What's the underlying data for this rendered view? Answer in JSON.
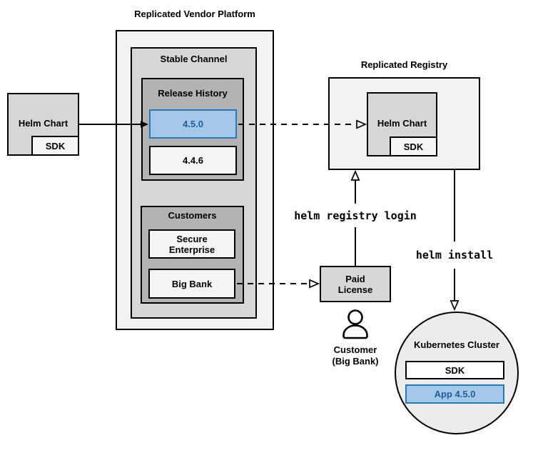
{
  "vendor_platform": {
    "title": "Replicated Vendor Platform",
    "stable_channel": {
      "title": "Stable Channel",
      "release_history": {
        "title": "Release History",
        "releases": [
          {
            "version": "4.5.0",
            "highlighted": true
          },
          {
            "version": "4.4.6",
            "highlighted": false
          }
        ]
      },
      "customers": {
        "title": "Customers",
        "items": [
          "Secure Enterprise",
          "Big Bank"
        ]
      }
    }
  },
  "vendor_helm_chart": {
    "label": "Helm Chart",
    "sdk": "SDK"
  },
  "registry": {
    "title": "Replicated Registry",
    "helm_chart": "Helm Chart",
    "sdk": "SDK"
  },
  "paid_license": {
    "label": "Paid License"
  },
  "customer": {
    "name": "Customer",
    "org": "(Big Bank)"
  },
  "commands": {
    "registry_login": "helm registry login",
    "install": "helm install"
  },
  "kubernetes_cluster": {
    "title": "Kubernetes Cluster",
    "sdk": "SDK",
    "app": "App 4.5.0"
  },
  "colors": {
    "highlight_fill": "#a6c8e8",
    "highlight_border": "#2779be",
    "highlight_text": "#1c5e9e",
    "box_light": "#f2f2f2",
    "box_medium": "#d7d7d7",
    "box_dark": "#b3b3b3",
    "box_inner": "#f5f5f5",
    "cluster_fill": "#ececec",
    "line": "#000000"
  }
}
